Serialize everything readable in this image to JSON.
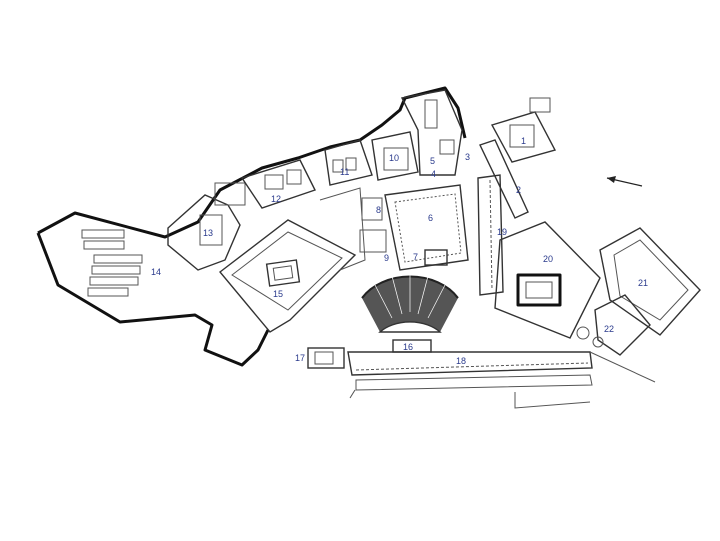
{
  "plan": {
    "north_arrow": "north-arrow-icon",
    "labels": [
      "1",
      "2",
      "3",
      "4",
      "5",
      "6",
      "7",
      "8",
      "9",
      "10",
      "11",
      "12",
      "13",
      "14",
      "15",
      "16",
      "17",
      "18",
      "19",
      "20",
      "21",
      "22"
    ],
    "colors": {
      "line": "#333333",
      "label": "#2a3a8c",
      "background": "#ffffff"
    }
  }
}
